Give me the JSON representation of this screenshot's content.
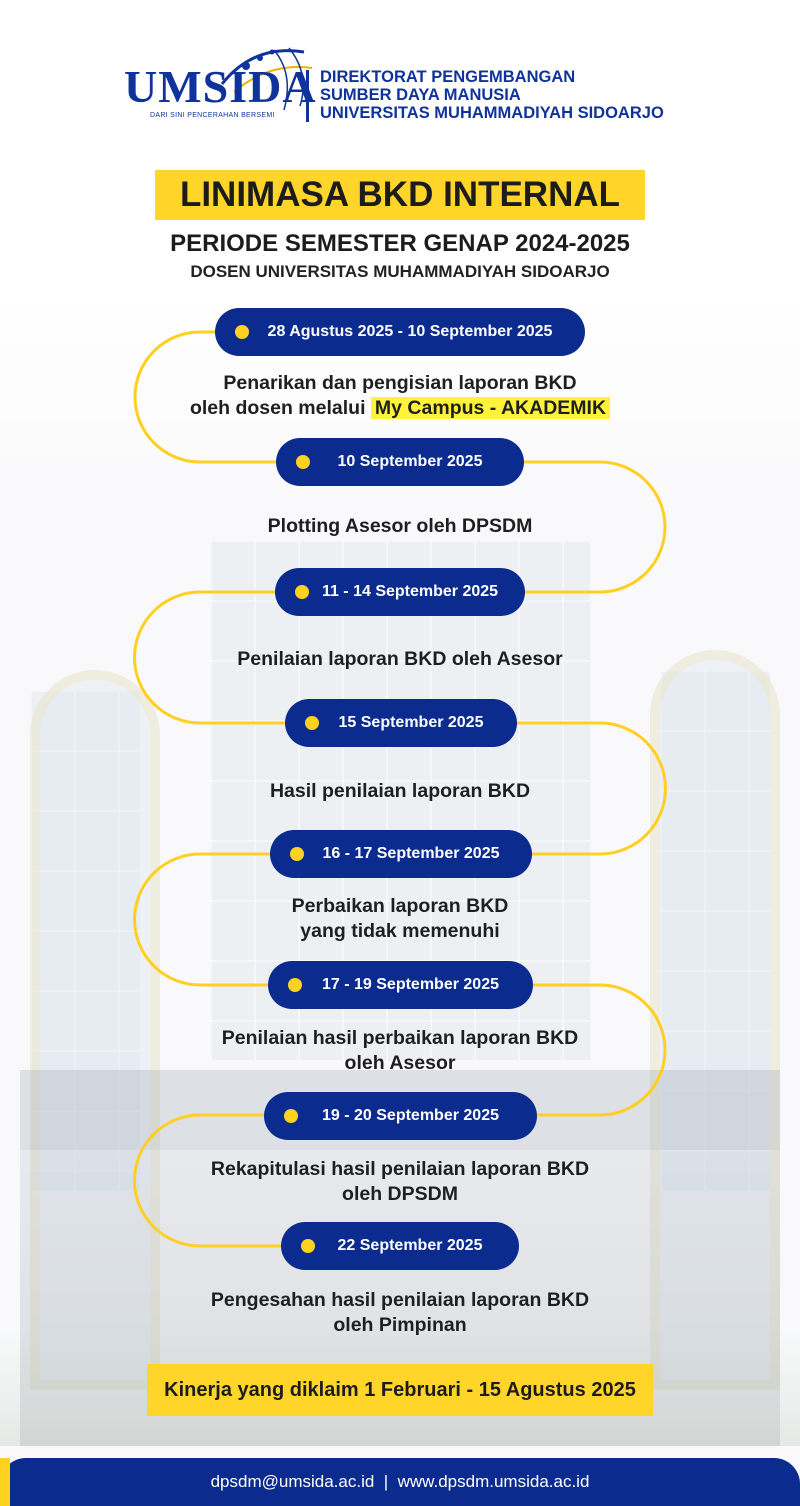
{
  "header": {
    "logo_text": "UMSIDA",
    "logo_tagline": "DARI SINI PENCERAHAN BERSEMI",
    "org_line1": "DIREKTORAT PENGEMBANGAN",
    "org_line2": "SUMBER DAYA MANUSIA",
    "org_line3": "UNIVERSITAS MUHAMMADIYAH SIDOARJO"
  },
  "title": "LINIMASA BKD INTERNAL",
  "subtitle1": "PERIODE SEMESTER GENAP 2024-2025",
  "subtitle2": "DOSEN UNIVERSITAS MUHAMMADIYAH SIDOARJO",
  "timeline": [
    {
      "date": "28 Agustus 2025 - 10 September 2025",
      "line1": "Penarikan dan pengisian laporan BKD",
      "line2_prefix": "oleh dosen melalui ",
      "line2_highlight": "My Campus - AKADEMIK"
    },
    {
      "date": "10 September 2025",
      "line1": "Plotting Asesor oleh DPSDM"
    },
    {
      "date": "11 - 14 September 2025",
      "line1": "Penilaian laporan BKD oleh Asesor"
    },
    {
      "date": "15 September 2025",
      "line1": "Hasil penilaian laporan BKD"
    },
    {
      "date": "16 - 17 September 2025",
      "line1": "Perbaikan laporan BKD",
      "line2": "yang tidak memenuhi"
    },
    {
      "date": "17 - 19 September 2025",
      "line1": "Penilaian hasil perbaikan laporan BKD",
      "line2": "oleh Asesor"
    },
    {
      "date": "19 - 20 September 2025",
      "line1": "Rekapitulasi hasil penilaian laporan BKD",
      "line2": "oleh DPSDM"
    },
    {
      "date": "22 September 2025",
      "line1": "Pengesahan hasil penilaian laporan BKD",
      "line2": "oleh Pimpinan"
    }
  ],
  "claim": "Kinerja yang diklaim 1 Februari - 15 Agustus 2025",
  "footer": {
    "text": "dpsdm@umsida.ac.id  |  www.dpsdm.umsida.ac.id"
  },
  "colors": {
    "navy": "#0b2b8f",
    "yellow": "#ffd21f",
    "highlight": "#fff23a"
  }
}
